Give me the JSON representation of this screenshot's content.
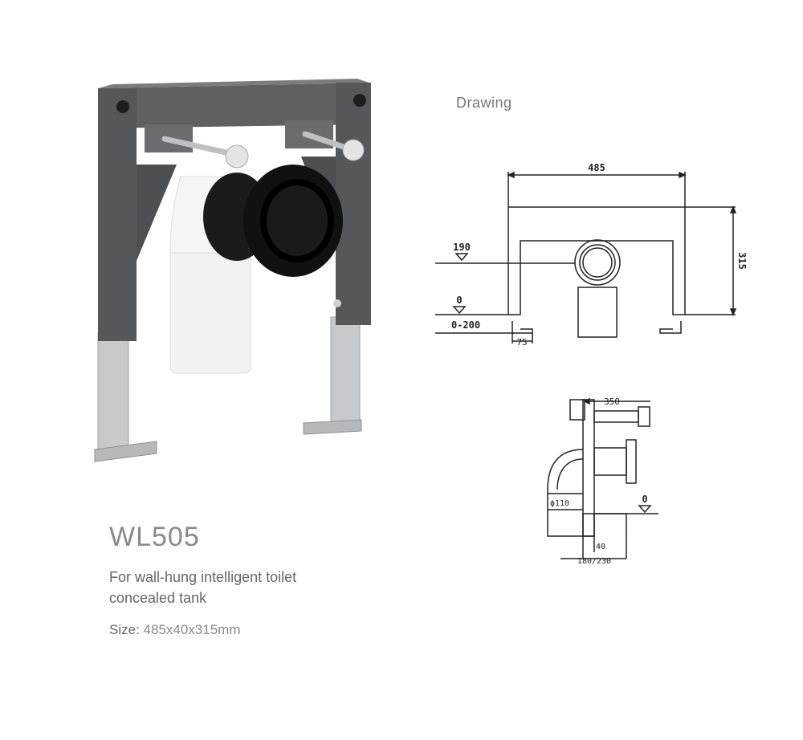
{
  "header": {
    "drawing_label": "Drawing"
  },
  "product": {
    "model": "WL505",
    "description_line1": "For wall-hung intelligent toilet",
    "description_line2": "concealed tank",
    "size_label": "Size:",
    "size_value": "485x40x315mm"
  },
  "front_drawing": {
    "width_dim": "485",
    "height_dim": "315",
    "level_190": "190",
    "level_0": "0",
    "range": "0-200",
    "foot_dim": "75"
  },
  "side_drawing": {
    "depth_dim": "350",
    "pipe_dia": "ϕ110",
    "level_0": "0",
    "offset_dim": "40",
    "range_dim": "180/230"
  },
  "colors": {
    "frame": "#5a5c5f",
    "frame_dark": "#3e4043",
    "legs": "#c8c9cb",
    "rubber": "#1b1b1b",
    "pipe": "#f2f2f2"
  }
}
